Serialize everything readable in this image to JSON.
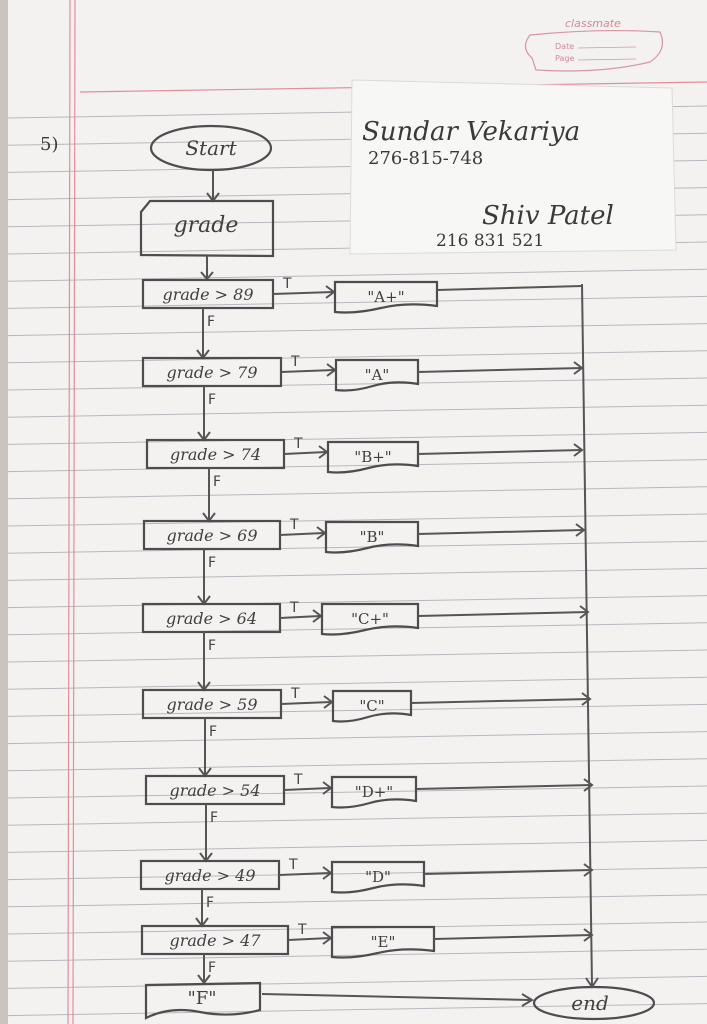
{
  "header": {
    "brand": "classmate",
    "date_label": "Date",
    "page_label": "Page"
  },
  "question_number": "5)",
  "note": {
    "name1": "Sundar Vekariya",
    "id1": "276-815-748",
    "name2": "Shiv Patel",
    "id2": "216 831 521"
  },
  "flow": {
    "start": "Start",
    "input": "grade",
    "decisions": [
      {
        "cond": "grade > 89",
        "out": "\"A+\""
      },
      {
        "cond": "grade > 79",
        "out": "\"A\""
      },
      {
        "cond": "grade > 74",
        "out": "\"B+\""
      },
      {
        "cond": "grade > 69",
        "out": "\"B\""
      },
      {
        "cond": "grade > 64",
        "out": "\"C+\""
      },
      {
        "cond": "grade > 59",
        "out": "\"C\""
      },
      {
        "cond": "grade > 54",
        "out": "\"D+\""
      },
      {
        "cond": "grade > 49",
        "out": "\"D\""
      },
      {
        "cond": "grade > 47",
        "out": "\"E\""
      }
    ],
    "fallback": "\"F\"",
    "end": "end",
    "true_label": "T",
    "false_label": "F"
  }
}
